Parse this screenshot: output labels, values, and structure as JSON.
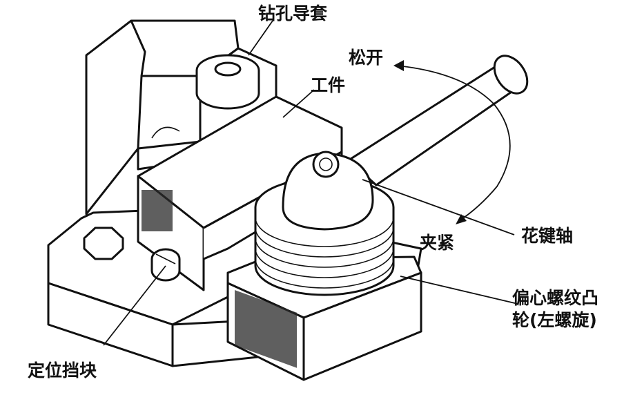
{
  "labels": {
    "drill_bushing": "钻孔导套",
    "workpiece": "工件",
    "loosen": "松开",
    "clamp": "夹紧",
    "spline_shaft": "花键轴",
    "eccentric_cam_line1": "偏心螺纹凸",
    "eccentric_cam_line2": "轮(左螺旋)",
    "locating_stop": "定位挡块"
  },
  "colors": {
    "ink": "#111111",
    "background": "#ffffff"
  }
}
